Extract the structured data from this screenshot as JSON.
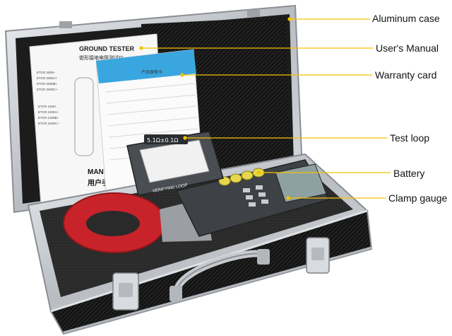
{
  "callouts": {
    "aluminum_case": "Aluminum case",
    "users_manual": "User's Manual",
    "warranty_card": "Warranty card",
    "test_loop": "Test loop",
    "battery": "Battery",
    "clamp_gauge": "Clamp gauge"
  },
  "manual": {
    "title_en": "GROUND TESTER",
    "title_cn": "钳形接地电阻测试仪",
    "models": [
      "ETCR 2000+",
      "ETCR 2000A+",
      "ETCR 2000B+",
      "ETCR 2000C+",
      "ETCR 2100+",
      "ETCR 2100A+",
      "ETCR 2100B+",
      "ETCR 2100C+"
    ],
    "footer_en": "MANU",
    "footer_cn": "用户手"
  },
  "warranty": {
    "title": "产品保修卡"
  },
  "test_loop": {
    "rating": "5.1Ω±0.1Ω",
    "caption": "VERIFYING LOOP"
  },
  "colors": {
    "callout_line": "#f2c400",
    "case_aluminum": "#c9ccd0",
    "case_interior": "#1b1b1b",
    "clamp_red": "#c8232a",
    "warranty_blue": "#3aa6e0",
    "battery_yellow": "#e6d84a"
  }
}
